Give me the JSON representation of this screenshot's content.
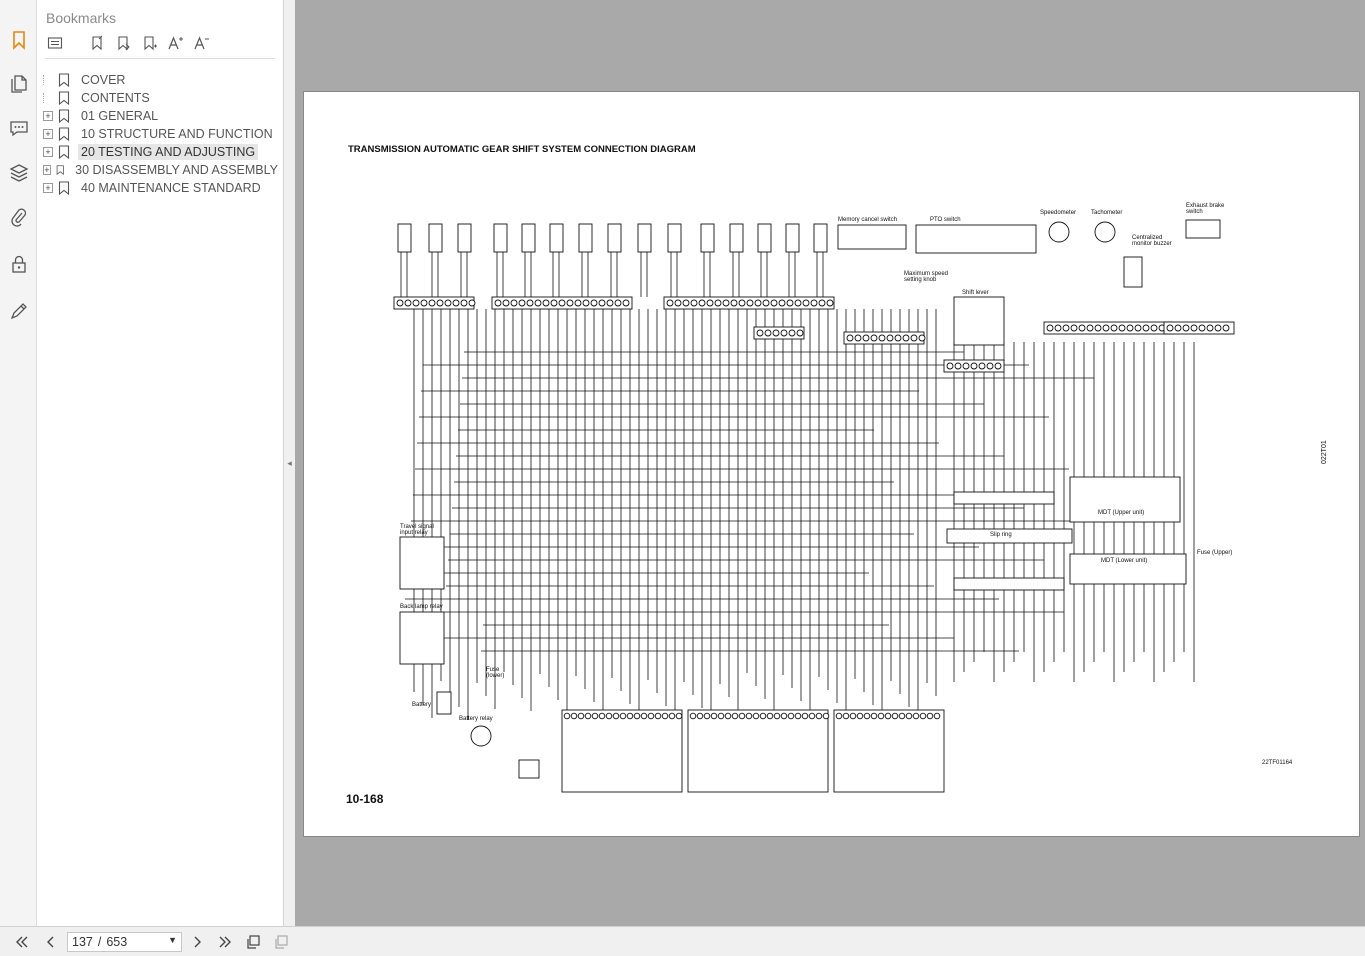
{
  "panel": {
    "title": "Bookmarks",
    "bookmarks": [
      {
        "label": "COVER",
        "expandable": false
      },
      {
        "label": "CONTENTS",
        "expandable": false
      },
      {
        "label": "01 GENERAL",
        "expandable": true
      },
      {
        "label": "10 STRUCTURE AND FUNCTION",
        "expandable": true
      },
      {
        "label": "20 TESTING AND ADJUSTING",
        "expandable": true
      },
      {
        "label": "30 DISASSEMBLY AND ASSEMBLY",
        "expandable": true
      },
      {
        "label": "40 MAINTENANCE STANDARD",
        "expandable": true
      }
    ],
    "selected_index": 4
  },
  "document": {
    "diagram_title": "TRANSMISSION AUTOMATIC GEAR SHIFT SYSTEM CONNECTION DIAGRAM",
    "page_label": "10-168",
    "figure_code": "22TF01164",
    "side_code": "022T01",
    "labels": {
      "memory_cancel": "Memory cancel switch",
      "pto_switch": "PTO switch",
      "speedometer": "Speedometer",
      "tachometer": "Tachometer",
      "exhaust_brake": "Exhaust brake switch",
      "max_speed": "Maximum speed setting knob",
      "shift_lever": "Shift lever",
      "centralized": "Centralized monitor buzzer",
      "mdt_upper": "MDT (Upper unit)",
      "mdt_lower": "MDT (Lower unit)",
      "slip_ring": "Slip ring",
      "travel_relay": "Travel signal input relay",
      "back_lamp_relay": "Back lamp relay",
      "fuse_lower": "Fuse (lower)",
      "fuse_upper": "Fuse (Upper)",
      "battery": "Battery",
      "battery_relay": "Battery relay"
    }
  },
  "navigation": {
    "current_page": "137",
    "total_pages": "653",
    "separator": "/"
  },
  "colors": {
    "accent": "#e8870e",
    "viewport_bg": "#a9a9a9",
    "selected_bg": "#e6e6e6"
  }
}
